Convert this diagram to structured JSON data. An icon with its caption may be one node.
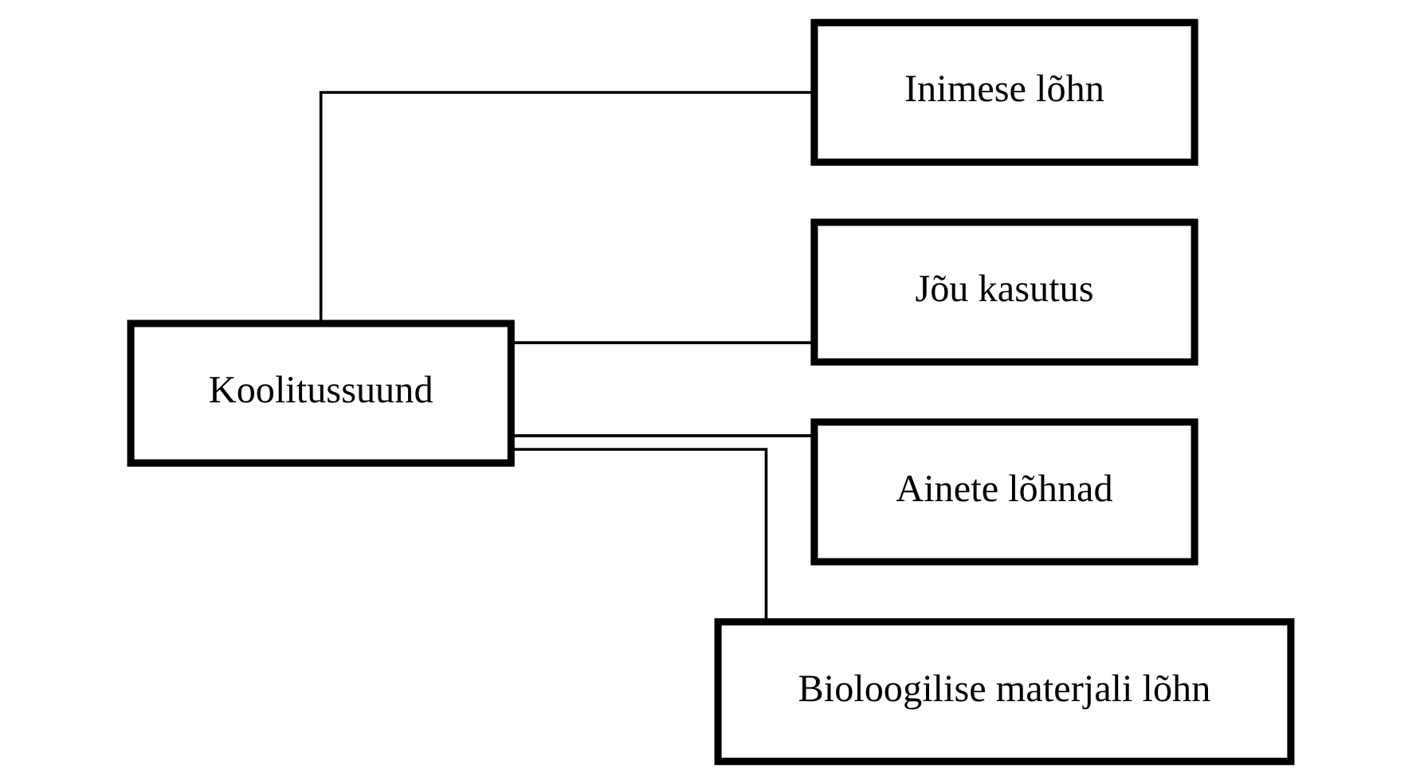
{
  "diagram": {
    "nodes": [
      {
        "text": [
          "Koolitussuund"
        ]
      },
      {
        "text": [
          "Inimese lõhn"
        ]
      },
      {
        "text": [
          "Jõu kasutus"
        ]
      },
      {
        "text": [
          "Ainete lõhnad"
        ]
      },
      {
        "text": [
          "Bioloogilise materjali lõhn"
        ]
      }
    ],
    "edges": [
      {
        "from": 0,
        "to": 1,
        "arrow": "none"
      },
      {
        "from": 0,
        "to": 2,
        "arrow": "none"
      },
      {
        "from": 0,
        "to": 3,
        "arrow": "none"
      },
      {
        "from": 0,
        "to": 4,
        "arrow": "none"
      }
    ]
  }
}
